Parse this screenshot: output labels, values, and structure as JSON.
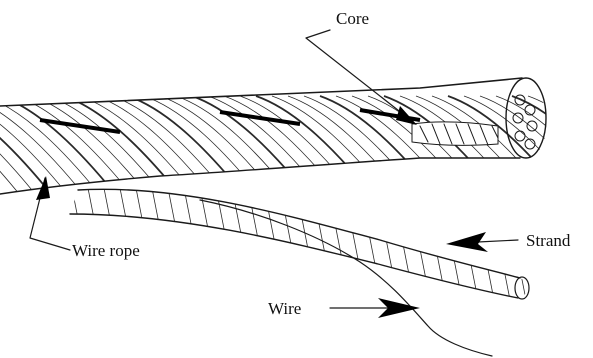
{
  "labels": {
    "core": "Core",
    "strand": "Strand",
    "wire_rope": "Wire rope",
    "wire": "Wire"
  }
}
